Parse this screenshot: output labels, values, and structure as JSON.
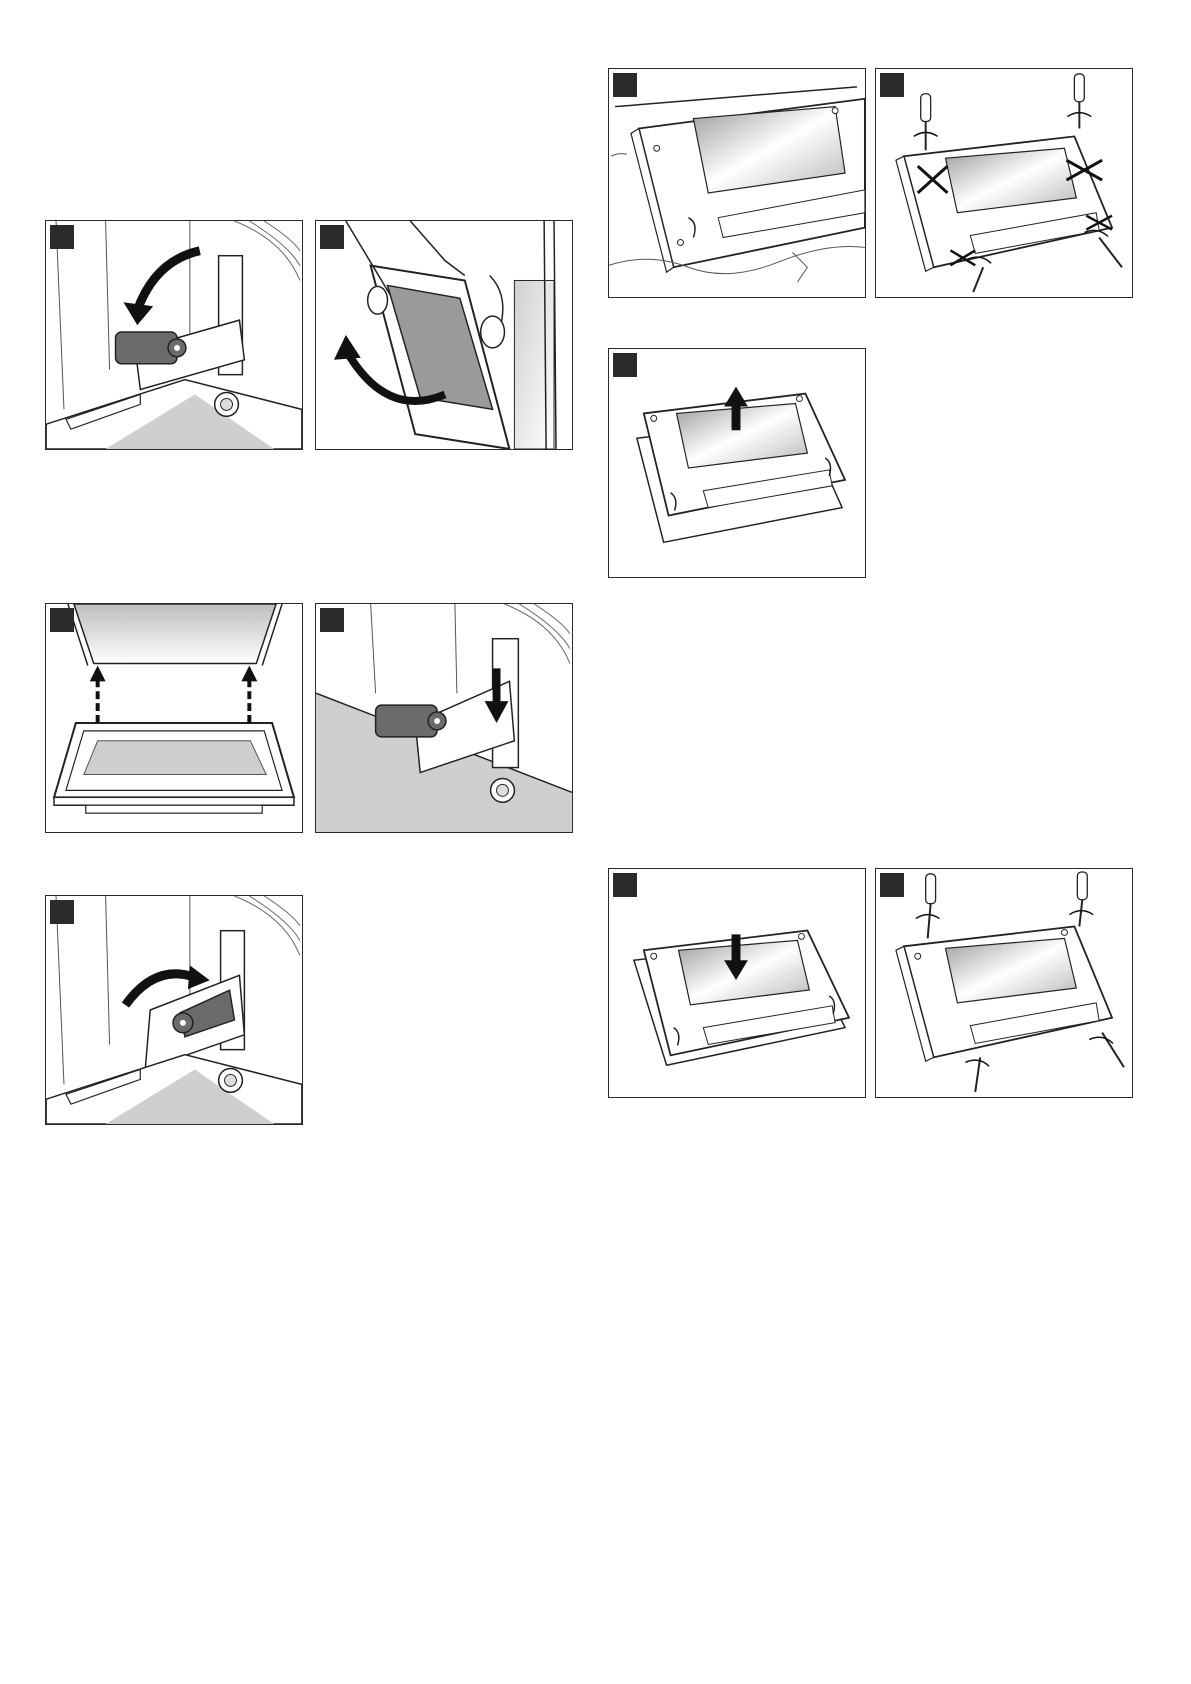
{
  "page": {
    "background": "#ffffff"
  },
  "colors": {
    "frame": "#2a2a2a",
    "badge": "#2b2b2b",
    "part": "#6b6b6b",
    "floor": "#cfcfcf",
    "glass_light": "#f2f2f2",
    "glass_dark": "#9a9a9a"
  },
  "panels": [
    {
      "icon": "hinge-lever-open-icon",
      "arrow": "curved-arrow-down"
    },
    {
      "icon": "door-lift-off-icon",
      "arrow": "curved-arrow-up"
    },
    {
      "icon": "door-hinges-insert-icon",
      "arrow": "straight-arrows-up"
    },
    {
      "icon": "hinge-lever-down-icon",
      "arrow": "straight-arrow-down"
    },
    {
      "icon": "hinge-lever-close-icon",
      "arrow": "curved-arrow-up"
    },
    {
      "icon": "door-on-towel-icon",
      "arrow": ""
    },
    {
      "icon": "unscrew-door-cover-icon",
      "arrow": "rotation-arrows"
    },
    {
      "icon": "lift-glass-pane-icon",
      "arrow": "straight-arrow-up"
    },
    {
      "icon": "insert-glass-pane-icon",
      "arrow": "straight-arrow-down"
    },
    {
      "icon": "screw-door-cover-icon",
      "arrow": "rotation-arrows"
    }
  ]
}
